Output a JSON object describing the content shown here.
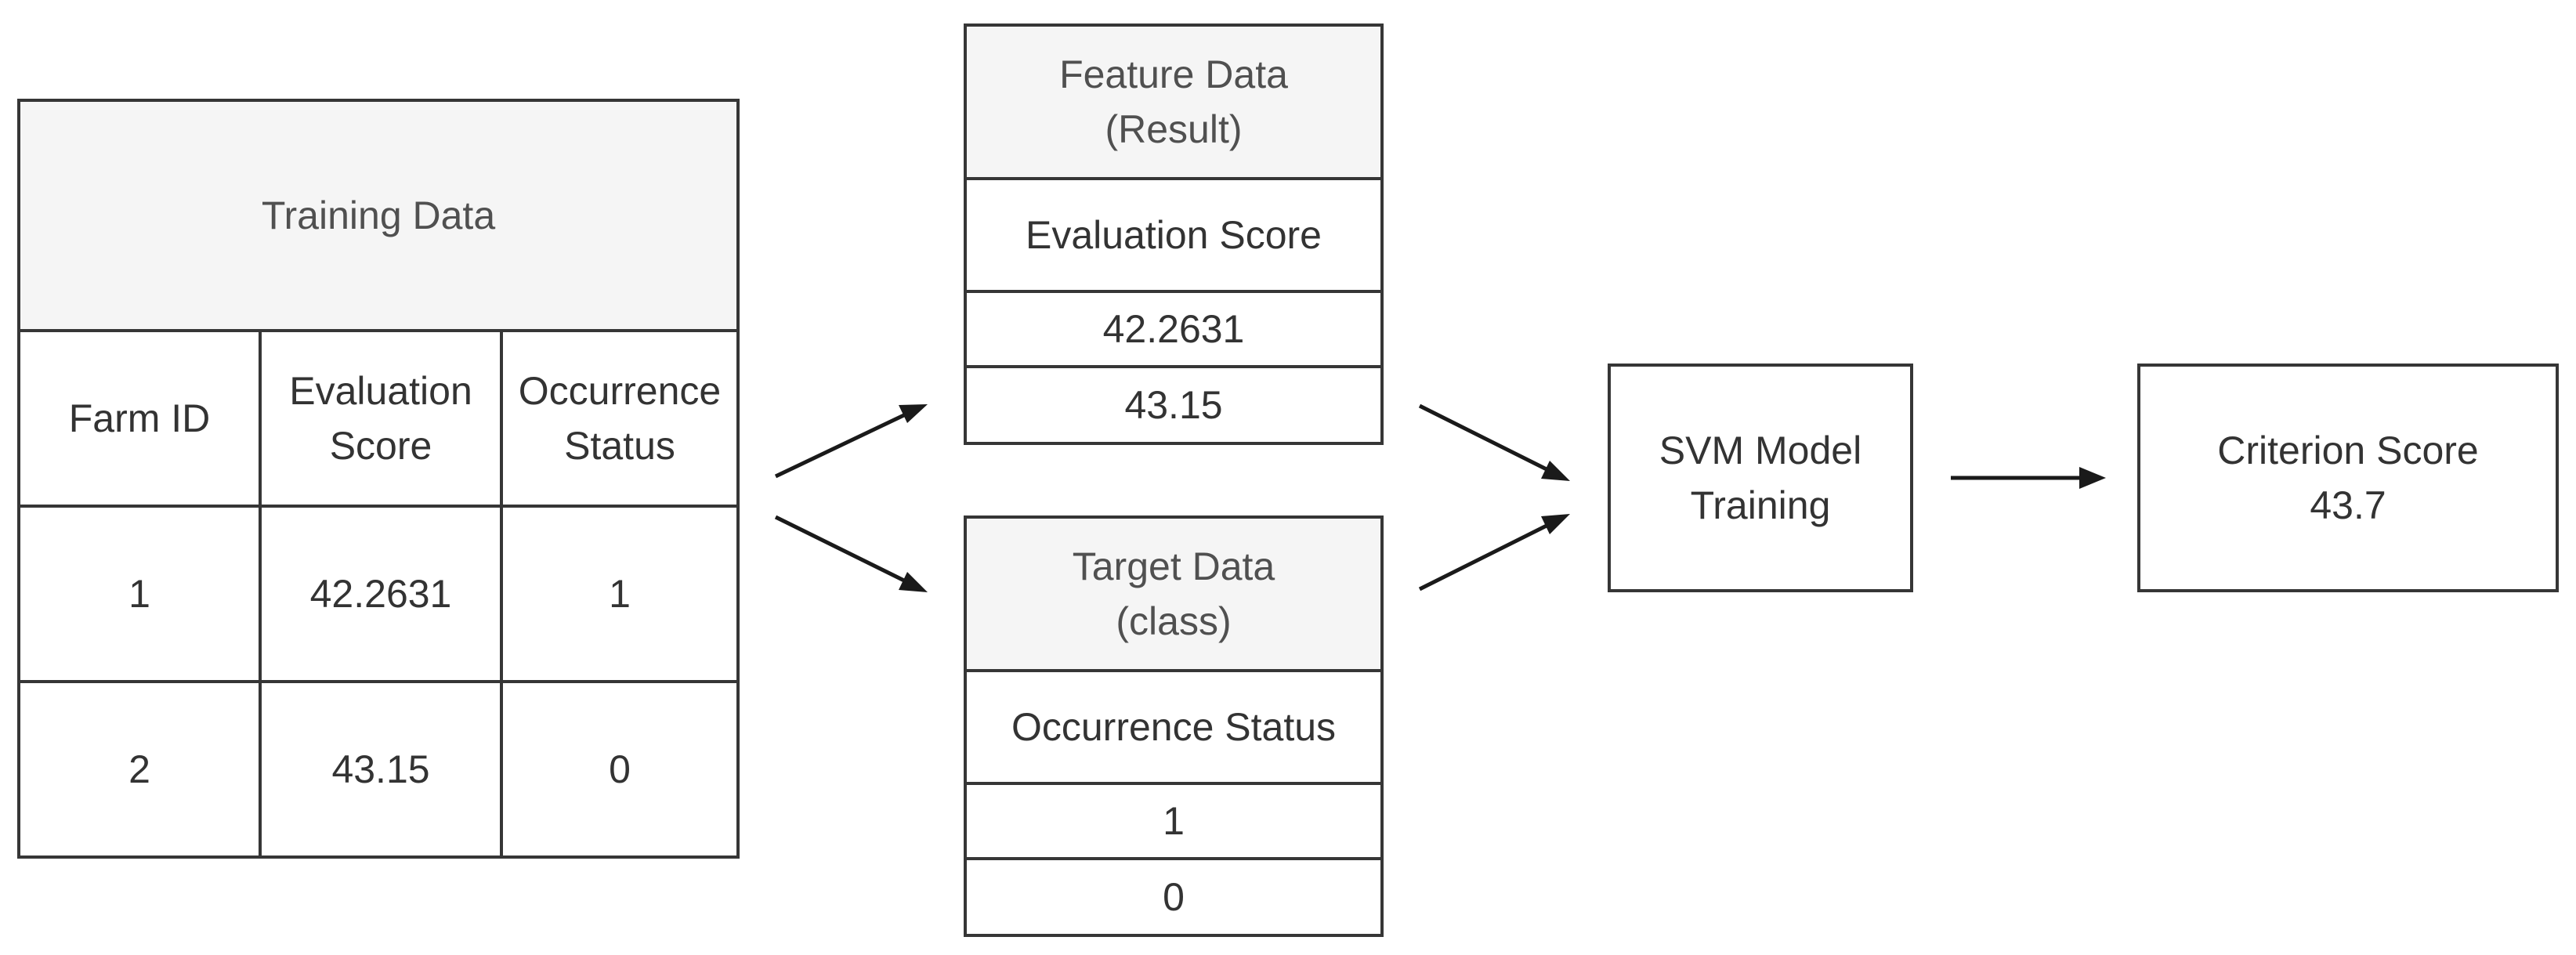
{
  "training_data": {
    "title": "Training Data",
    "columns": [
      "Farm ID",
      "Evaluation Score",
      "Occurrence Status"
    ],
    "rows": [
      [
        "1",
        "42.2631",
        "1"
      ],
      [
        "2",
        "43.15",
        "0"
      ]
    ]
  },
  "feature_data": {
    "title": "Feature Data\n(Result)",
    "column": "Evaluation Score",
    "values": [
      "42.2631",
      "43.15"
    ]
  },
  "target_data": {
    "title": "Target Data\n(class)",
    "column": "Occurrence Status",
    "values": [
      "1",
      "0"
    ]
  },
  "svm_box": {
    "label": "SVM Model\nTraining"
  },
  "criterion_box": {
    "label": "Criterion Score\n43.7"
  },
  "colors": {
    "border": "#363636",
    "header_fill": "#f5f5f5",
    "text": "#333333"
  }
}
